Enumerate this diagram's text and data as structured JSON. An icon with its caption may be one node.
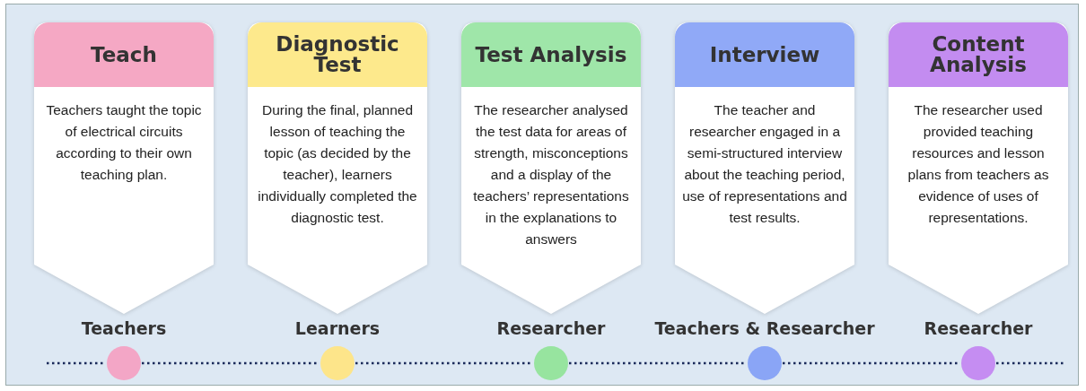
{
  "diagram": {
    "nodes": [
      {
        "text": [
          "Teach",
          "Teachers taught the topic of electrical circuits according to their own teaching plan."
        ]
      },
      {
        "text": [
          "Diagnostic Test",
          "During the final, planned lesson of teaching the topic (as decided by the teacher), learners individually completed the diagnostic test."
        ]
      },
      {
        "text": [
          "Test Analysis",
          "The researcher analysed the test data for areas of strength, misconceptions and a display of the teachers’ representations in the explanations to answers"
        ]
      },
      {
        "text": [
          "Interview",
          "The teacher and researcher engaged in a semi-structured interview about the teaching period, use of representations and test results."
        ]
      },
      {
        "text": [
          "Content Analysis",
          "The researcher used provided teaching resources and lesson plans from teachers as evidence of uses of representations."
        ]
      },
      {
        "text": [],
        "shape": "circle",
        "beside": [
          "Teachers"
        ]
      },
      {
        "text": [],
        "shape": "circle",
        "beside": [
          "Learners"
        ]
      },
      {
        "text": [],
        "shape": "circle",
        "beside": [
          "Researcher"
        ]
      },
      {
        "text": [],
        "shape": "circle",
        "beside": [
          "Teachers & Researcher"
        ]
      },
      {
        "text": [],
        "shape": "circle",
        "beside": [
          "Researcher"
        ]
      }
    ],
    "edges": [
      {
        "from": null,
        "to": 5,
        "arrow": "none",
        "style": "dashed"
      },
      {
        "from": 5,
        "to": 6,
        "arrow": "none",
        "style": "dashed"
      },
      {
        "from": 6,
        "to": 7,
        "arrow": "none",
        "style": "dashed"
      },
      {
        "from": 7,
        "to": 8,
        "arrow": "none",
        "style": "dashed"
      },
      {
        "from": 8,
        "to": 9,
        "arrow": "none",
        "style": "dashed"
      },
      {
        "from": 9,
        "to": null,
        "arrow": "none",
        "style": "dashed"
      }
    ]
  }
}
